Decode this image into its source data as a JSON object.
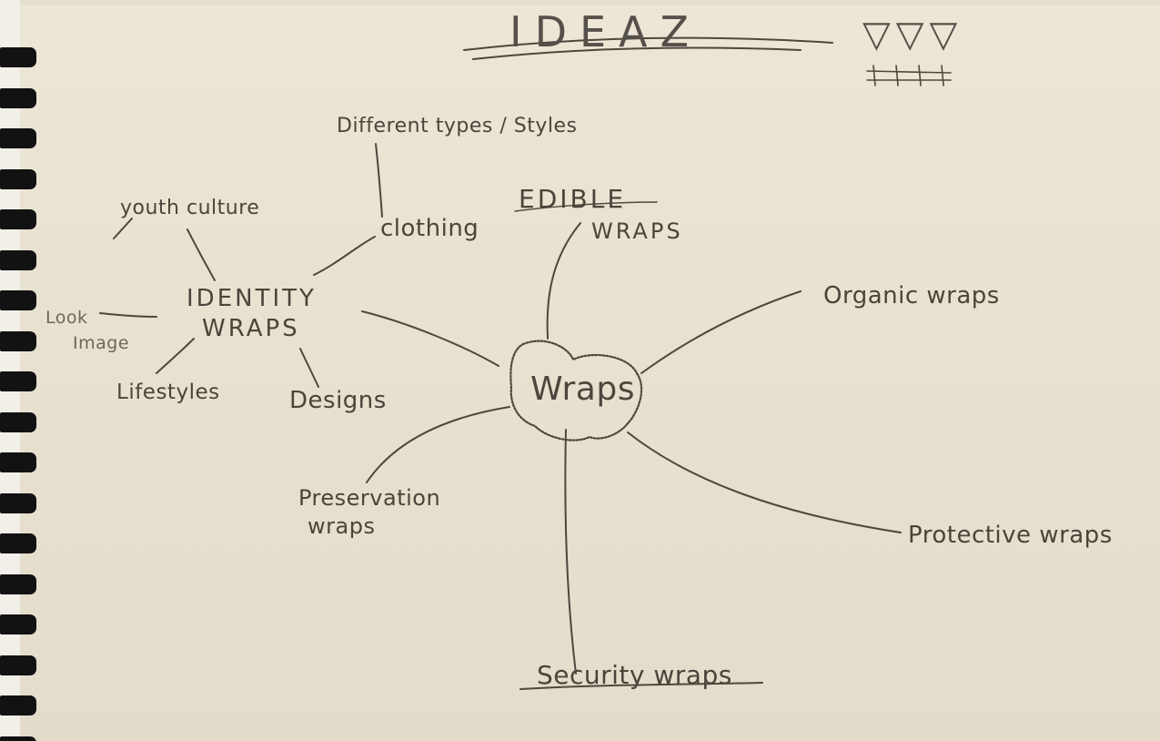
{
  "title": "IDEAZ",
  "center": "Wraps",
  "nodes": {
    "identity": {
      "line1": "IDENTITY",
      "line2": "WRAPS"
    },
    "edible": {
      "line1": "EDIBLE",
      "line2": "WRAPS"
    },
    "organic": "Organic wraps",
    "protective": "Protective wraps",
    "security": "Security wraps",
    "preservation": {
      "line1": "Preservation",
      "line2": "wraps"
    }
  },
  "identity_branches": {
    "youth_culture": "youth culture",
    "clothing": "clothing",
    "different_types": "Different types / Styles",
    "look": "Look",
    "image": "Image",
    "lifestyles": "Lifestyles",
    "designs": "Designs"
  },
  "colors": {
    "paper": "#e8e1d0",
    "pencil": "#4a443b",
    "binding": "#121212"
  }
}
